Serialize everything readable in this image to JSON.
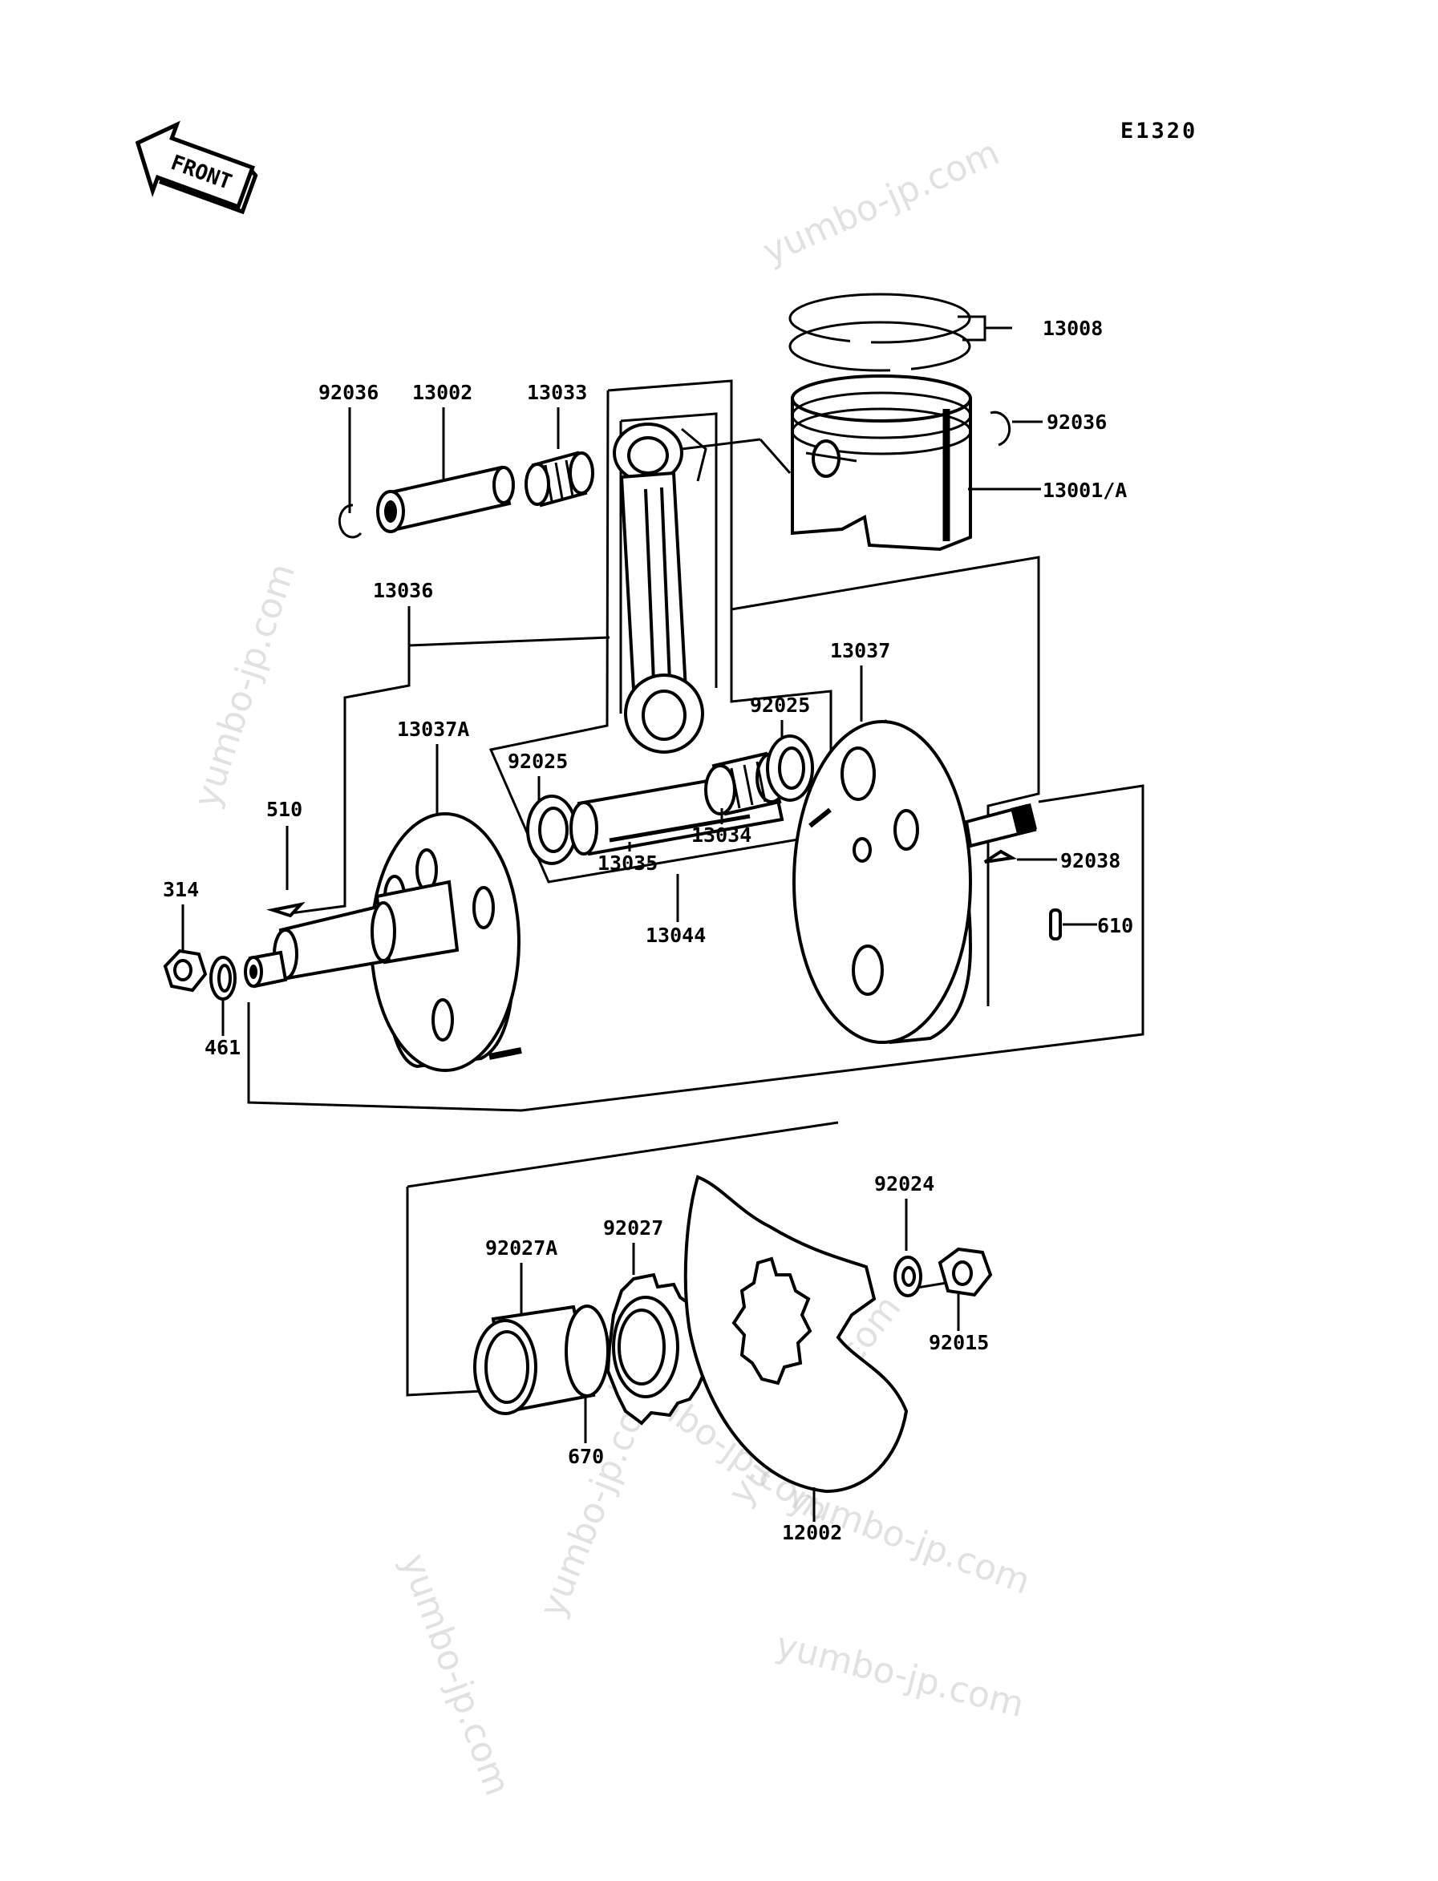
{
  "diagram_code": "E1320",
  "front_arrow_label": "FRONT",
  "labels": {
    "p13008": "13008",
    "p92036_top": "92036",
    "p13001A": "13001/A",
    "p92036_left": "92036",
    "p13002": "13002",
    "p13033": "13033",
    "p13036": "13036",
    "p13037": "13037",
    "p13037A": "13037A",
    "p92025_left": "92025",
    "p92025_right": "92025",
    "p510": "510",
    "p314": "314",
    "p461": "461",
    "p13035": "13035",
    "p13034": "13034",
    "p13044": "13044",
    "p92038": "92038",
    "p610": "610",
    "p92024": "92024",
    "p92027A": "92027A",
    "p92027": "92027",
    "p92015": "92015",
    "p670": "670",
    "p12002": "12002"
  },
  "watermark_text": "yumbo-jp.com"
}
